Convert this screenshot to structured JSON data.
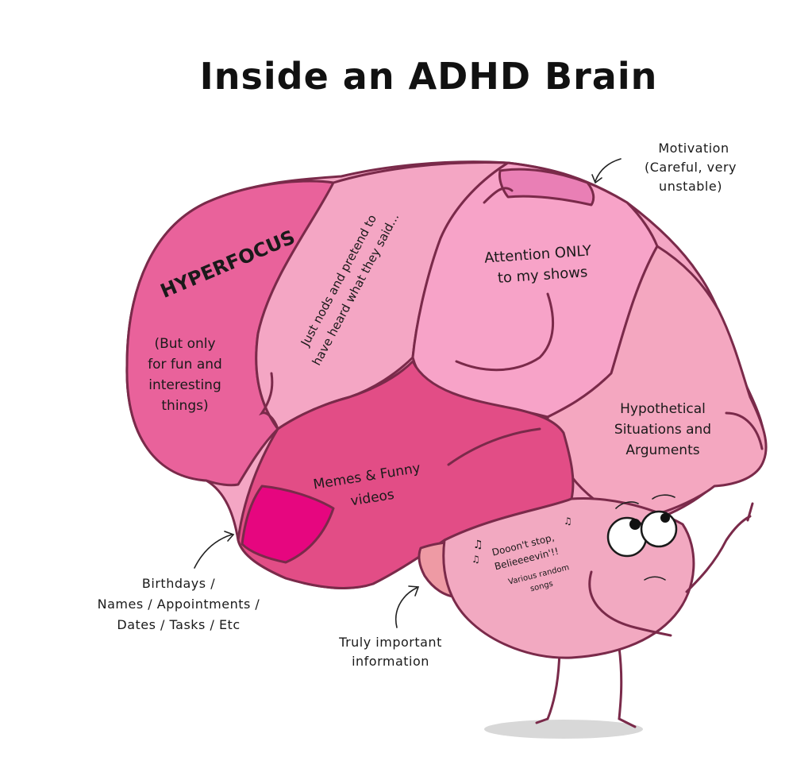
{
  "title": "Inside an ADHD Brain",
  "regions": {
    "hyperfocus": {
      "heading": "HYPERFOCUS",
      "detail": [
        "(But only",
        "for fun and",
        "interesting",
        "things)"
      ]
    },
    "nods": {
      "lines": [
        "Just nods and pretend to",
        "have heard what they said..."
      ]
    },
    "attention": {
      "lines": [
        "Attention ONLY",
        "to my shows"
      ]
    },
    "hypothetical": {
      "lines": [
        "Hypothetical",
        "Situations and",
        "Arguments"
      ]
    },
    "memes": {
      "lines": [
        "Memes & Funny",
        "videos"
      ]
    },
    "songs": {
      "lines": [
        "Dooon't stop,",
        "Belieeeevin'!!"
      ],
      "caption": [
        "Various random",
        "songs"
      ]
    }
  },
  "callouts": {
    "motivation": [
      "Motivation",
      "(Careful, very",
      "unstable)"
    ],
    "birthdays": [
      "Birthdays /",
      "Names / Appointments /",
      "Dates / Tasks / Etc"
    ],
    "important": [
      "Truly important",
      "information"
    ]
  },
  "colors": {
    "hyperfocus": "#e9629b",
    "nods": "#f4a6c4",
    "attention": "#f7a3c8",
    "motivation": "#e97fb5",
    "hypothetical": "#f4a7c0",
    "memes": "#e24d86",
    "birthdays": "#e6067f",
    "cerebellum": "#f2a9c1",
    "stem": "#ee9aa4",
    "outline": "#7a2a4a"
  }
}
